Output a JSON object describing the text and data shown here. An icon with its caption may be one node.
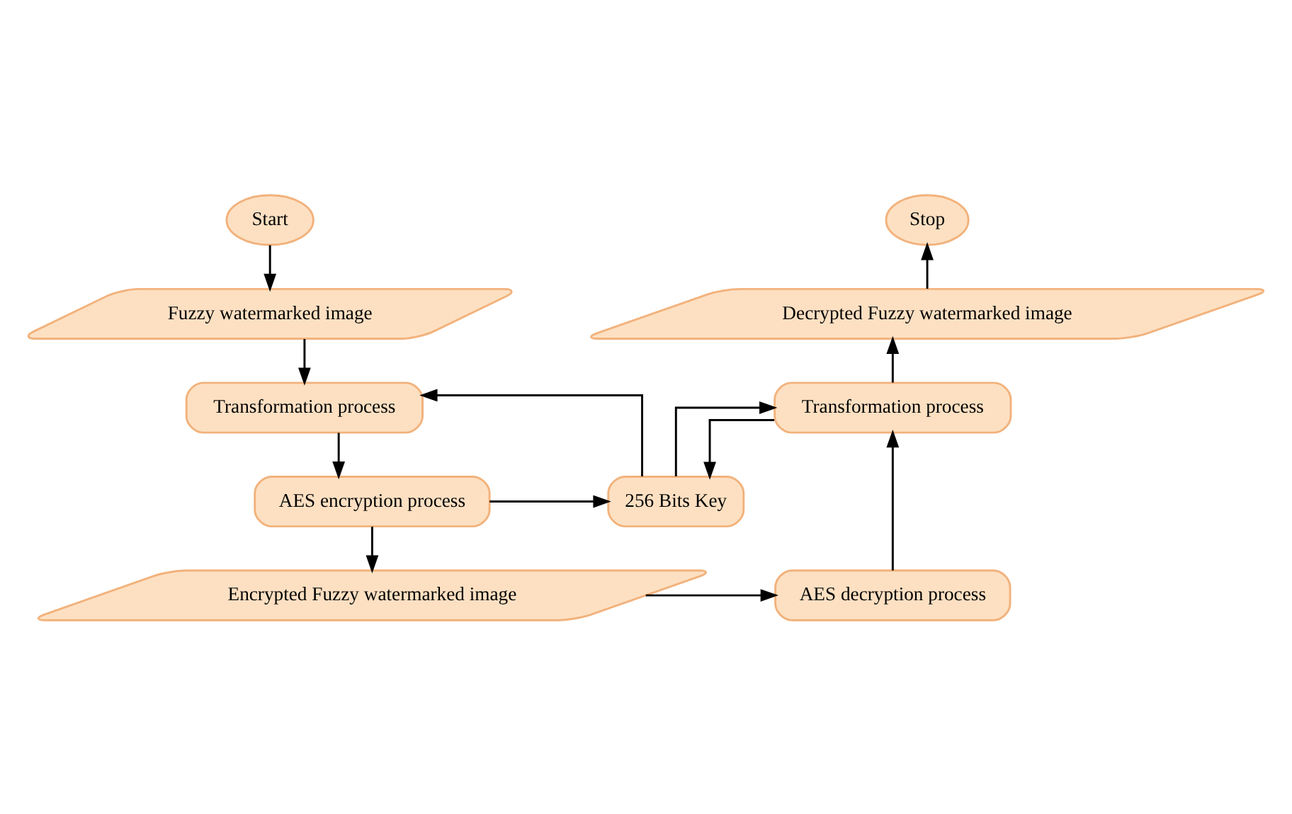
{
  "diagram": {
    "nodes": [
      {
        "text": [
          "Start"
        ]
      },
      {
        "text": [
          "Fuzzy watermarked image"
        ]
      },
      {
        "text": [
          "Transformation process"
        ]
      },
      {
        "text": [
          "AES encryption process"
        ]
      },
      {
        "text": [
          "Encrypted Fuzzy watermarked image"
        ]
      },
      {
        "text": [
          "256 Bits Key"
        ]
      },
      {
        "text": [
          "AES decryption process"
        ]
      },
      {
        "text": [
          "Transformation process"
        ]
      },
      {
        "text": [
          "Decrypted Fuzzy watermarked image"
        ]
      },
      {
        "text": [
          "Stop"
        ]
      }
    ],
    "edges": [
      {
        "from": 0,
        "to": 1,
        "arrow": "to"
      },
      {
        "from": 1,
        "to": 2,
        "arrow": "to"
      },
      {
        "from": 2,
        "to": 3,
        "arrow": "to"
      },
      {
        "from": 3,
        "to": 4,
        "arrow": "to"
      },
      {
        "from": 5,
        "to": 2,
        "arrow": "to"
      },
      {
        "from": 3,
        "to": 5,
        "arrow": "to"
      },
      {
        "from": 5,
        "to": 7,
        "arrow": "to"
      },
      {
        "from": 7,
        "to": 5,
        "arrow": "to"
      },
      {
        "from": 4,
        "to": 6,
        "arrow": "to"
      },
      {
        "from": 6,
        "to": 7,
        "arrow": "to"
      },
      {
        "from": 7,
        "to": 8,
        "arrow": "to"
      },
      {
        "from": 8,
        "to": 9,
        "arrow": "to"
      }
    ]
  }
}
